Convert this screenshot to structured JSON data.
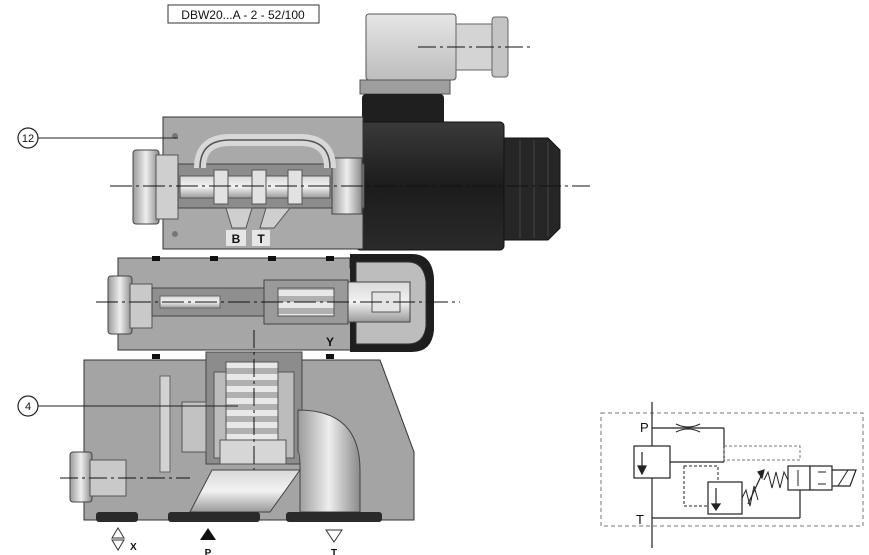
{
  "title_box": "DBW20...A - 2 - 52/100",
  "callouts": [
    {
      "label": "12"
    },
    {
      "label": "4"
    }
  ],
  "port_letters": {
    "b": "B",
    "t": "T",
    "y": "Y"
  },
  "bottom_ports": [
    {
      "symbol": "X"
    },
    {
      "symbol": "P"
    },
    {
      "symbol": "T"
    }
  ],
  "schematic": {
    "p_label": "P",
    "t_label": "T"
  },
  "colors": {
    "body": "#a8a8a8",
    "body_dark": "#6e6e6e",
    "coil": "#2e2e2e",
    "outline": "#1a1a1a"
  }
}
